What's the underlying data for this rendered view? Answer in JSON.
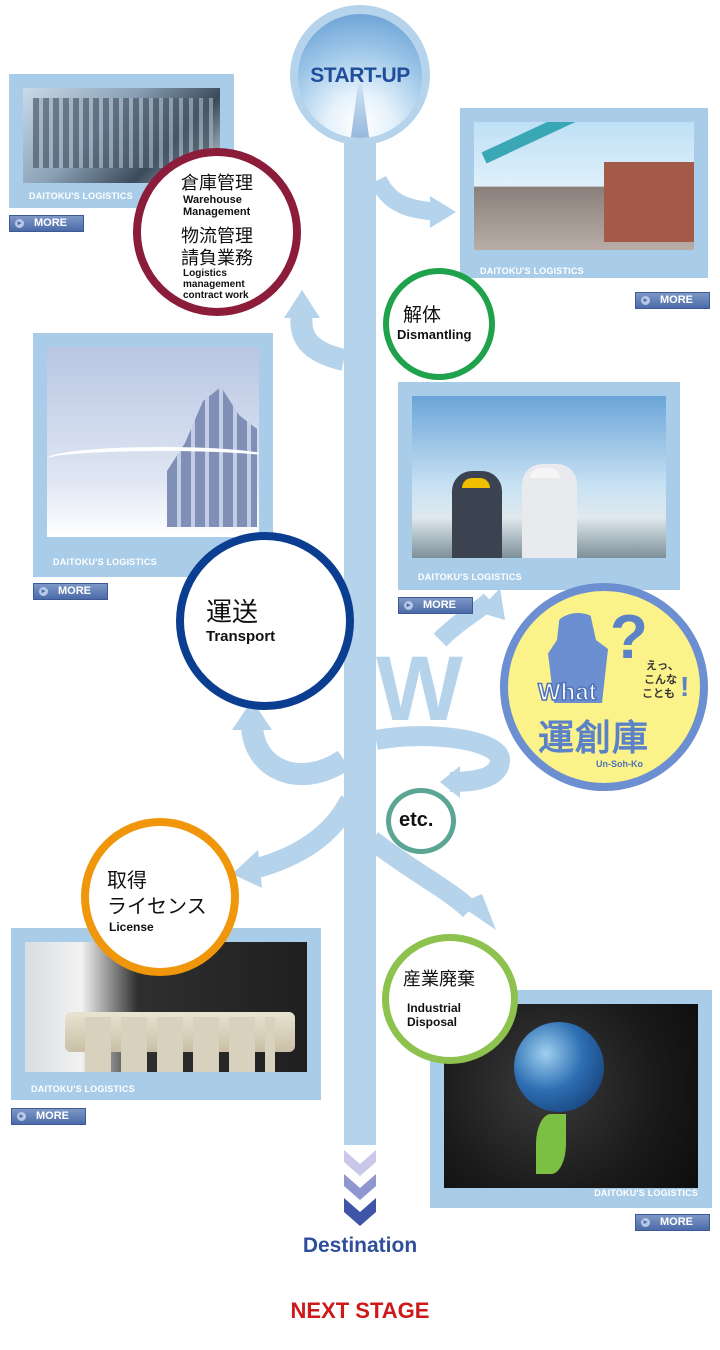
{
  "startup": "START-UP",
  "destination": "Destination",
  "next_stage": "NEXT STAGE",
  "caption": "DAITOKU'S LOGISTICS",
  "more_label": "MORE",
  "colors": {
    "flow": "#b6d3ec",
    "warehouse": "#8b1c3a",
    "dismantling": "#1fa24b",
    "transport": "#0b3d91",
    "unsohko": "#6b8fd0",
    "etc": "#5aa593",
    "license": "#f0960b",
    "industrial": "#8cc24d",
    "next_stage": "#cc1a1a"
  },
  "warehouse": {
    "title1": "倉庫管理",
    "sub1a": "Warehouse",
    "sub1b": "Management",
    "title2": "物流管理",
    "title3": "請負業務",
    "sub2a": "Logistics",
    "sub2b": "management",
    "sub2c": "contract work"
  },
  "dismantling": {
    "title": "解体",
    "sub": "Dismantling"
  },
  "transport": {
    "title": "運送",
    "sub": "Transport"
  },
  "etc": {
    "label": "etc."
  },
  "unsohko": {
    "what": "What",
    "q": "?",
    "small1": "えっ、",
    "small2": "こんな",
    "small3": "ことも",
    "excl": "!",
    "name": "運創庫",
    "roman": "Un-Soh-Ko"
  },
  "license": {
    "title1": "取得",
    "title2": "ライセンス",
    "sub": "License"
  },
  "industrial": {
    "title": "産業廃棄",
    "sub1": "Industrial",
    "sub2": "Disposal"
  },
  "flow_letter": "W"
}
